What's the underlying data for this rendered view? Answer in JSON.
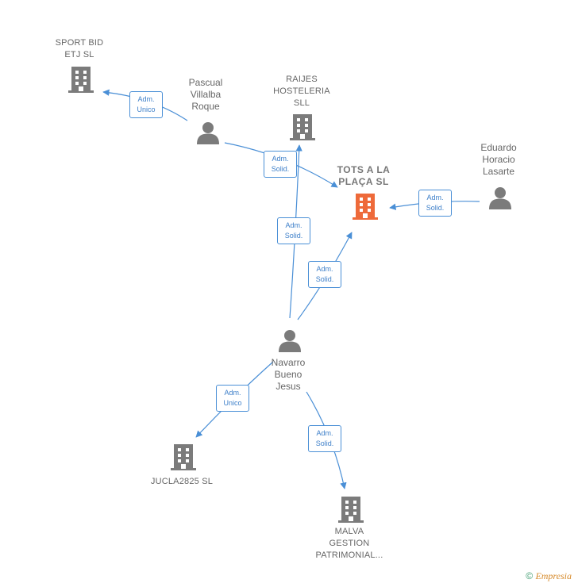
{
  "colors": {
    "company": "#7b7b7b",
    "focus_company": "#ee6a3a",
    "person": "#7b7b7b",
    "edge": "#4a8fd6"
  },
  "nodes": {
    "sport_bid": {
      "lines": [
        "SPORT BID",
        "ETJ SL"
      ]
    },
    "raijes": {
      "lines": [
        "RAIJES",
        "HOSTELERIA",
        "SLL"
      ]
    },
    "tots": {
      "lines": [
        "TOTS A LA",
        "PLAÇA  SL"
      ]
    },
    "pascual": {
      "lines": [
        "Pascual",
        "Villalba",
        "Roque"
      ]
    },
    "eduardo": {
      "lines": [
        "Eduardo",
        "Horacio",
        "Lasarte"
      ]
    },
    "navarro": {
      "lines": [
        "Navarro",
        "Bueno",
        "Jesus"
      ]
    },
    "jucla": {
      "lines": [
        "JUCLA2825  SL"
      ]
    },
    "malva": {
      "lines": [
        "MALVA",
        "GESTION",
        "PATRIMONIAL..."
      ]
    }
  },
  "edges": {
    "pascual_sport": [
      "Adm.",
      "Unico"
    ],
    "pascual_tots": [
      "Adm.",
      "Solid."
    ],
    "eduardo_tots": [
      "Adm.",
      "Solid."
    ],
    "navarro_raijes": [
      "Adm.",
      "Solid."
    ],
    "navarro_tots": [
      "Adm.",
      "Solid."
    ],
    "navarro_jucla": [
      "Adm.",
      "Unico"
    ],
    "navarro_malva": [
      "Adm.",
      "Solid."
    ]
  },
  "footer": {
    "copyright": "©",
    "brand": "Empresia"
  }
}
